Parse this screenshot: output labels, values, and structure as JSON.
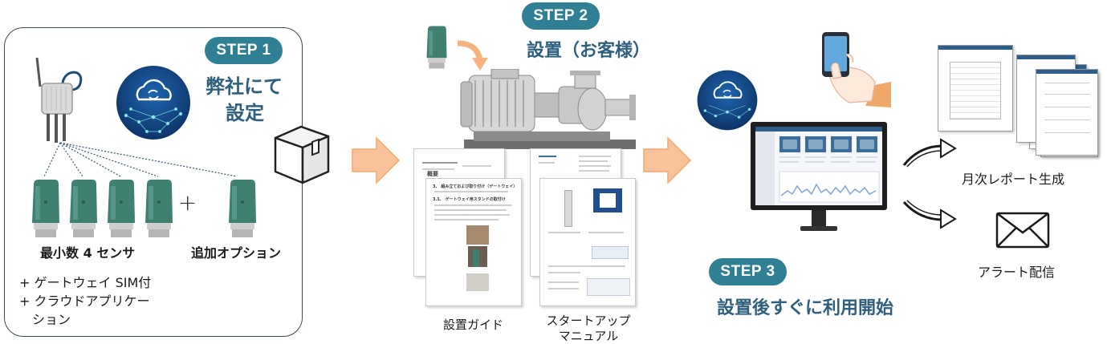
{
  "step1": {
    "badge": "STEP 1",
    "title_line1": "弊社にて",
    "title_line2": "設定",
    "sensors_label": "最小数 4 センサ",
    "plus_sign": "+",
    "option_label": "追加オプション",
    "includes": [
      "+ ゲートウェイ SIM付",
      "+ クラウドアプリケー",
      "　ション"
    ]
  },
  "step2": {
    "badge": "STEP 2",
    "title": "設置（お客様）",
    "guide_label": "設置ガイド",
    "manual_label_line1": "スタートアップ",
    "manual_label_line2": "マニュアル"
  },
  "step3": {
    "badge": "STEP 3",
    "title": "設置後すぐに利用開始",
    "report_label": "月次レポート生成",
    "alert_label": "アラート配信"
  },
  "doc_text": {
    "guide_heading": "3.　組み立ておよび取り付け（ゲートウェイ）",
    "guide_sub": "3.1.　ゲートウェイ用スタンドの取付け",
    "guide_back_heading": "概要"
  },
  "colors": {
    "accent": "#2f7f95",
    "title_text": "#2e5f7d",
    "arrow": "#f6b380",
    "sensor_body": "#3f8070",
    "cloud_dark": "#123f7a"
  },
  "icons": [
    "gateway-icon",
    "cloud-sync-icon",
    "box-icon",
    "sensor-icon",
    "pump-motor-icon",
    "smartphone-hand-icon",
    "monitor-icon",
    "mail-icon",
    "curved-arrow-icon"
  ]
}
